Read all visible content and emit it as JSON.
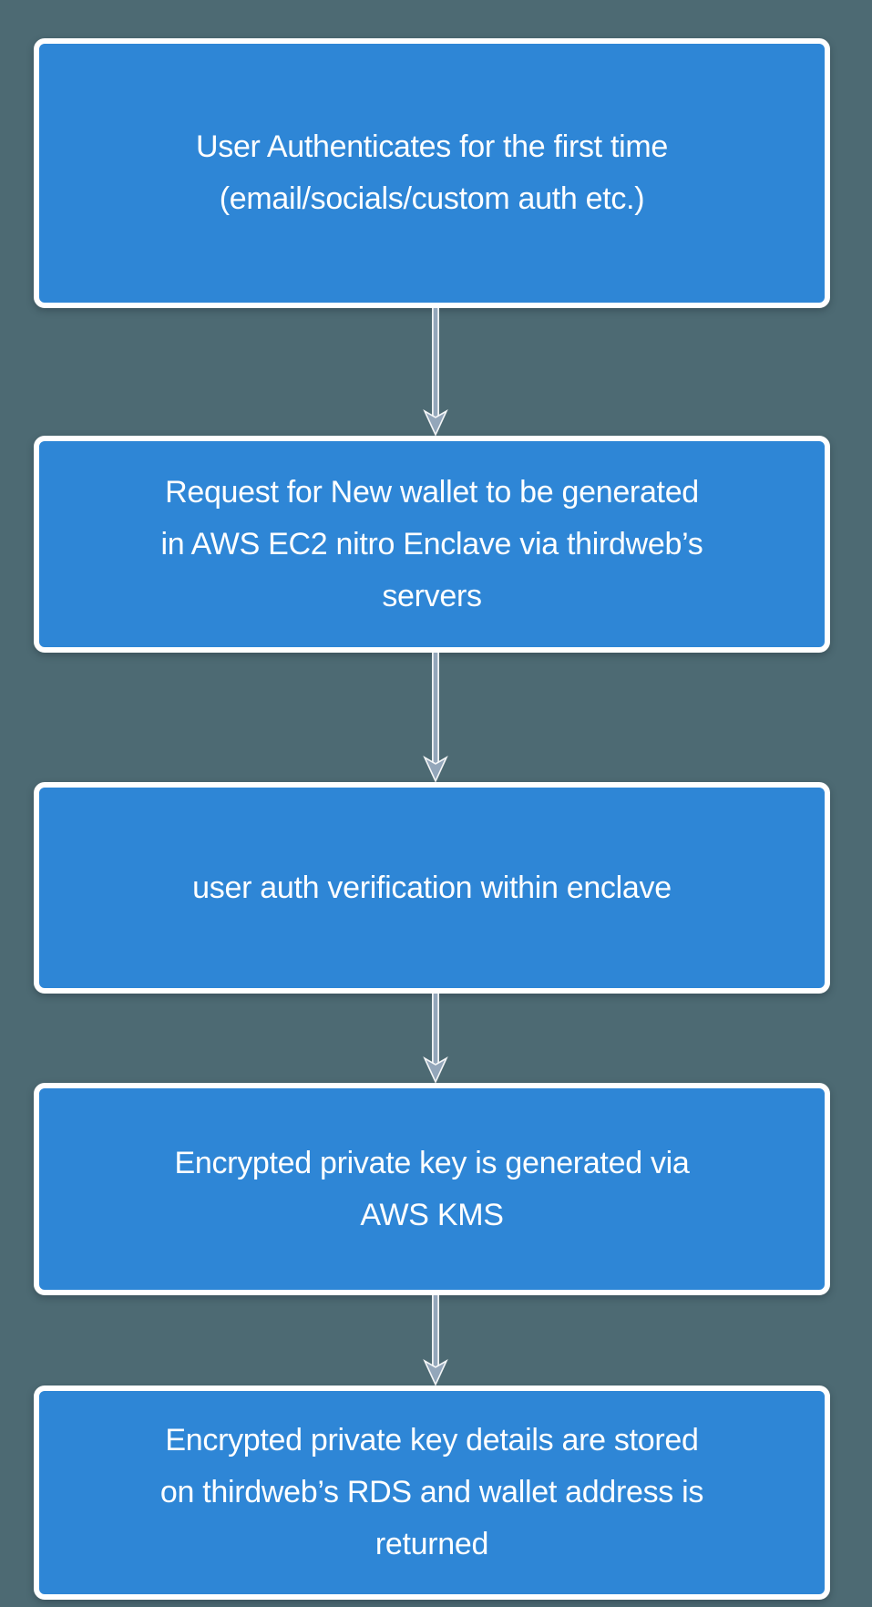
{
  "colors": {
    "background": "#4D6A73",
    "box_fill": "#2E86D6",
    "box_border": "#FFFFFF",
    "box_text": "#FFFFFF",
    "arrow": "#93A6BA"
  },
  "flow": {
    "type": "flowchart",
    "direction": "top-to-bottom",
    "steps": [
      {
        "text": "User Authenticates for the first time (email/socials/custom auth etc.)",
        "lines": [
          "User Authenticates for the first time",
          "(email/socials/custom auth etc.)"
        ]
      },
      {
        "text": "Request for New wallet to be generated in AWS EC2 nitro Enclave via thirdweb’s servers",
        "lines": [
          "Request for New wallet to be generated",
          "in AWS EC2 nitro Enclave via thirdweb’s",
          "servers"
        ]
      },
      {
        "text": "user auth verification within enclave",
        "lines": [
          "user auth verification within enclave"
        ]
      },
      {
        "text": "Encrypted private key is generated via AWS KMS",
        "lines": [
          "Encrypted private key is generated via",
          "AWS KMS"
        ]
      },
      {
        "text": "Encrypted private key details are stored on thirdweb’s RDS and wallet address is returned",
        "lines": [
          "Encrypted private key details are stored",
          "on thirdweb’s RDS and wallet address is",
          "returned"
        ]
      }
    ],
    "connectors": [
      {
        "from": 1,
        "to": 2,
        "icon": "arrow-down-icon"
      },
      {
        "from": 2,
        "to": 3,
        "icon": "arrow-down-icon"
      },
      {
        "from": 3,
        "to": 4,
        "icon": "arrow-down-icon"
      },
      {
        "from": 4,
        "to": 5,
        "icon": "arrow-down-icon"
      }
    ]
  }
}
